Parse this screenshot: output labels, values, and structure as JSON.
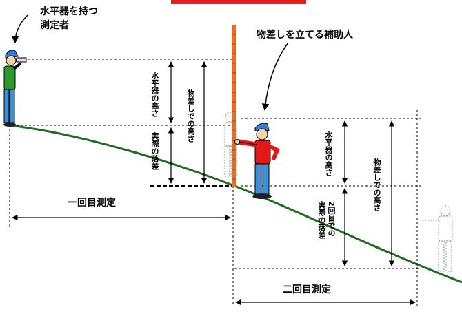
{
  "labels": {
    "leveler": "水平器を持つ",
    "leveler2": "測定者",
    "staff_assistant": "物差しを立てる補助人",
    "first_measure": "一回目測定",
    "second_measure": "二回目測定",
    "level_height_1": "水平器の高さ",
    "staff_height_1": "物差しでの高さ",
    "actual_diff_1": "実際の落差",
    "level_height_2": "水平器の高さ",
    "staff_height_2": "物差しでの高さ",
    "actual_diff_2a": "2回目での",
    "actual_diff_2b": "実際の落差"
  },
  "colors": {
    "ground": "#1f6b1f",
    "staff": "#e0702a",
    "accent_red": "#e02020",
    "shirt_green": "#2e9a2e",
    "shirt_red": "#e01818",
    "pants_blue": "#3a8fd8",
    "cap_blue": "#2f7fd6"
  },
  "icons": [
    "leveler-person-icon",
    "staff-assistant-icon",
    "faint-previous-assistant-icon",
    "faint-next-assistant-icon"
  ]
}
